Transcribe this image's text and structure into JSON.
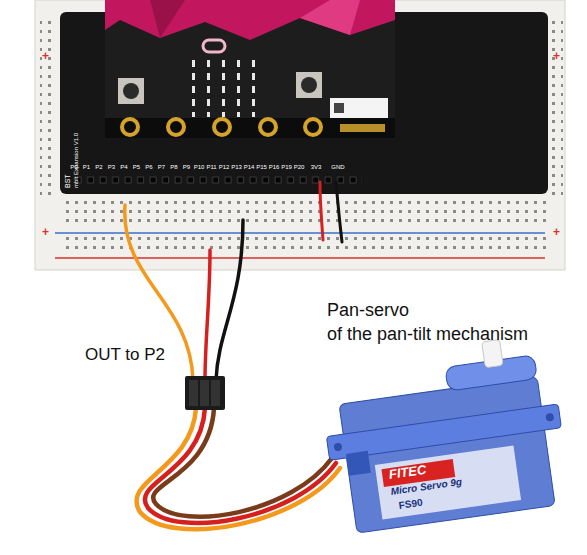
{
  "diagram": {
    "labels": [
      "OUT to P2",
      "Pan-servo",
      "of the pan-tilt mechanism",
      "FITEC",
      "Micro Servo 9g",
      "FS90",
      "BST",
      "mbit Expansion V1.0",
      "P0",
      "P1",
      "P2",
      "P3",
      "P4",
      "P5",
      "P6",
      "P7",
      "P8",
      "P9",
      "P10",
      "P11",
      "P12",
      "P13",
      "P14",
      "P15",
      "P16",
      "P19",
      "P20",
      "3V3",
      "GND",
      "+",
      "+",
      "+",
      "+"
    ]
  }
}
